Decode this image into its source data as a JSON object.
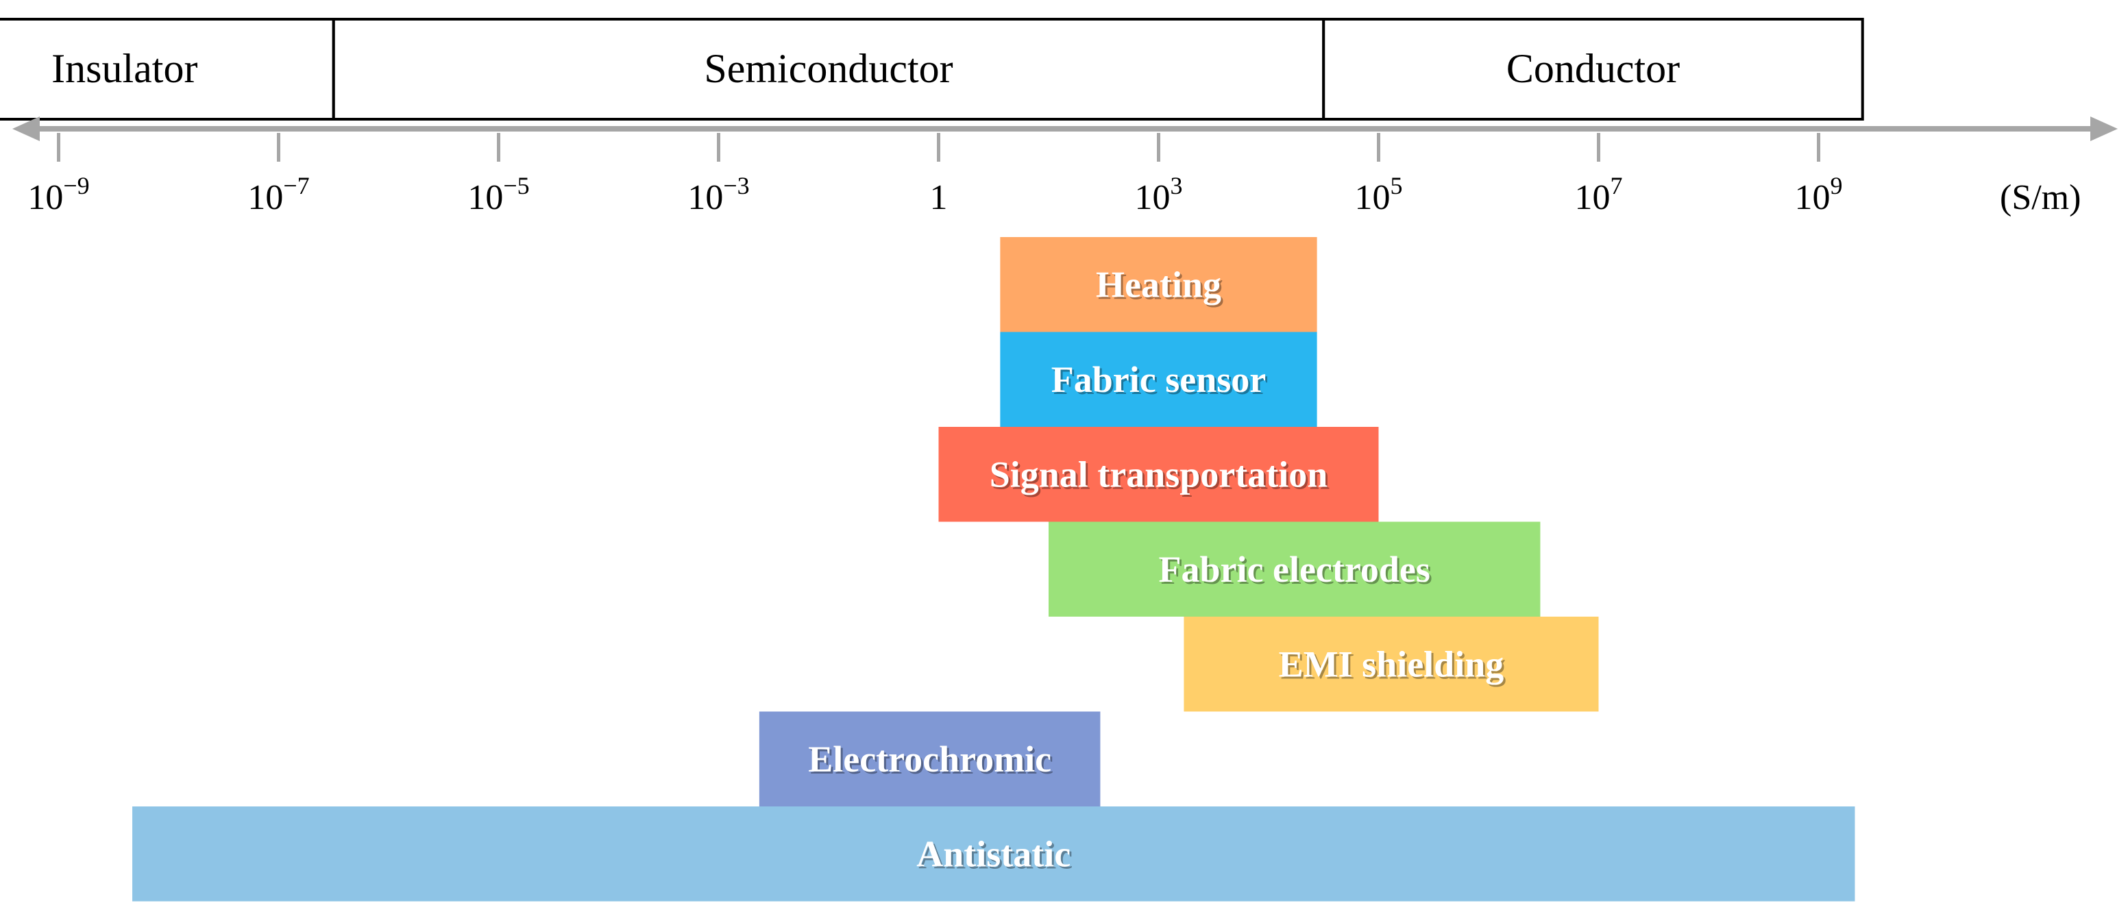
{
  "categories": [
    {
      "label": "Insulator",
      "from": -10.3,
      "to": -6.5
    },
    {
      "label": "Semiconductor",
      "from": -6.5,
      "to": 2.5
    },
    {
      "label": "Conductor",
      "from": 2.5,
      "to": 7.4
    }
  ],
  "axis": {
    "unit": "(S/m)",
    "ticks": [
      {
        "value": -9,
        "base": "10",
        "exp": "−9"
      },
      {
        "value": -7,
        "base": "10",
        "exp": "−7"
      },
      {
        "value": -5,
        "base": "10",
        "exp": "−5"
      },
      {
        "value": -3,
        "base": "10",
        "exp": "−3"
      },
      {
        "value": -1,
        "base": "1",
        "exp": ""
      },
      {
        "value": 1,
        "base": "10",
        "exp": "3"
      },
      {
        "value": 3,
        "base": "10",
        "exp": "5"
      },
      {
        "value": 5,
        "base": "10",
        "exp": "7"
      },
      {
        "value": 7,
        "base": "10",
        "exp": "9"
      }
    ]
  },
  "applications": [
    {
      "label": "Heating",
      "from": -0.44,
      "to": 2.44,
      "color": "#FFA866"
    },
    {
      "label": "Fabric sensor",
      "from": -0.44,
      "to": 2.44,
      "color": "#29B6F0"
    },
    {
      "label": "Signal transportation",
      "from": -1.0,
      "to": 3.0,
      "color": "#FF6E55"
    },
    {
      "label": "Fabric electrodes",
      "from": 0.0,
      "to": 4.47,
      "color": "#9BE27A"
    },
    {
      "label": "EMI shielding",
      "from": 1.23,
      "to": 5.0,
      "color": "#FFCF6A"
    },
    {
      "label": "Electrochromic",
      "from": -2.63,
      "to": 0.47,
      "color": "#8098D4"
    },
    {
      "label": "Antistatic",
      "from": -8.33,
      "to": 7.33,
      "color": "#8EC4E6"
    }
  ]
}
